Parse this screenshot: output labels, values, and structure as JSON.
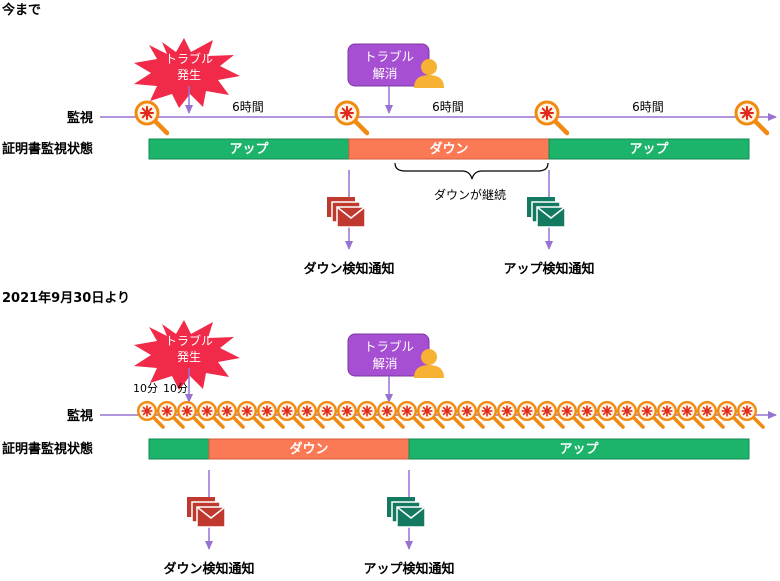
{
  "colors": {
    "up": "#1cb36b",
    "down": "#fb7a55",
    "arrow": "#9673d2",
    "check": "#f08a12",
    "trouble_burst": "#f02a48",
    "resolved_bubble": "#a64fd2",
    "person": "#f7b133",
    "mail_down": "#c0392f",
    "mail_up": "#137a61"
  },
  "icons": {
    "check": "magnifier-check-icon",
    "person": "person-icon",
    "mail": "mail-stack-icon",
    "burst": "explosion-burst-icon"
  },
  "before": {
    "heading": "今まで",
    "trouble_line1": "トラブル",
    "trouble_line2": "発生",
    "resolved_line1": "トラブル",
    "resolved_line2": "解消",
    "monitor_label": "監視",
    "intervals": [
      "6時間",
      "6時間",
      "6時間"
    ],
    "status_label": "証明書監視状態",
    "segments": [
      "アップ",
      "ダウン",
      "アップ"
    ],
    "brace_label": "ダウンが継続",
    "down_notice": "ダウン検知通知",
    "up_notice": "アップ検知通知"
  },
  "after": {
    "heading": "2021年9月30日より",
    "trouble_line1": "トラブル",
    "trouble_line2": "発生",
    "resolved_line1": "トラブル",
    "resolved_line2": "解消",
    "interval_a": "10分",
    "interval_b": "10分",
    "monitor_label": "監視",
    "status_label": "証明書監視状態",
    "segments": [
      "ダウン",
      "アップ"
    ],
    "down_notice": "ダウン検知通知",
    "up_notice": "アップ検知通知"
  }
}
